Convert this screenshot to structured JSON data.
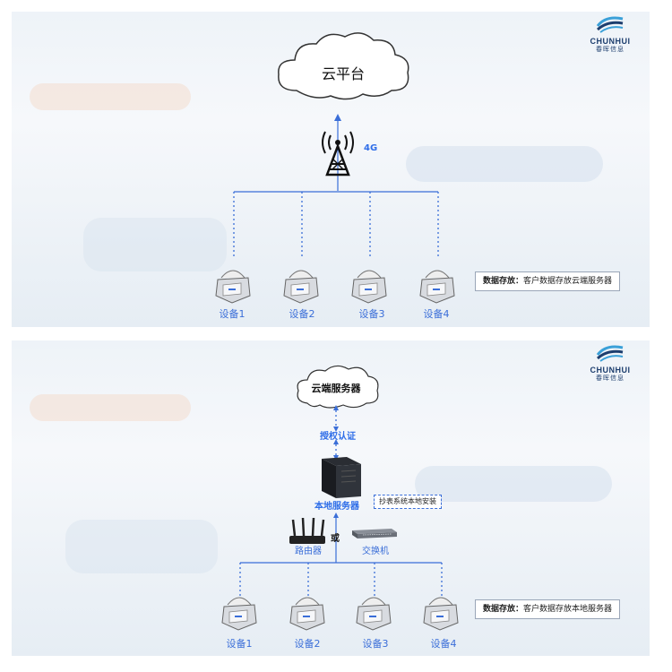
{
  "brand": {
    "name_en": "CHUNHUI",
    "name_cn": "春晖信息"
  },
  "panel1": {
    "cloud_label": "云平台",
    "signal_label": "4G",
    "devices": [
      "设备1",
      "设备2",
      "设备3",
      "设备4"
    ],
    "note_title": "数据存放：",
    "note_text": "客户数据存放云端服务器"
  },
  "panel2": {
    "cloud_label": "云端服务器",
    "auth_label": "授权认证",
    "server_label": "本地服务器",
    "install_note": "抄表系统本地安装",
    "router_label": "路由器",
    "or_label": "或",
    "switch_label": "交换机",
    "devices": [
      "设备1",
      "设备2",
      "设备3",
      "设备4"
    ],
    "note_title": "数据存放：",
    "note_text": "客户数据存放本地服务器"
  },
  "colors": {
    "accent": "#2f6ee8",
    "line": "#3a6ed8",
    "text_dark": "#111111",
    "logo": "#1d3e6e"
  },
  "icons": [
    "cloud-icon",
    "tower-icon",
    "meter-icon",
    "server-cabinet-icon",
    "router-icon",
    "switch-icon",
    "logo-icon"
  ]
}
